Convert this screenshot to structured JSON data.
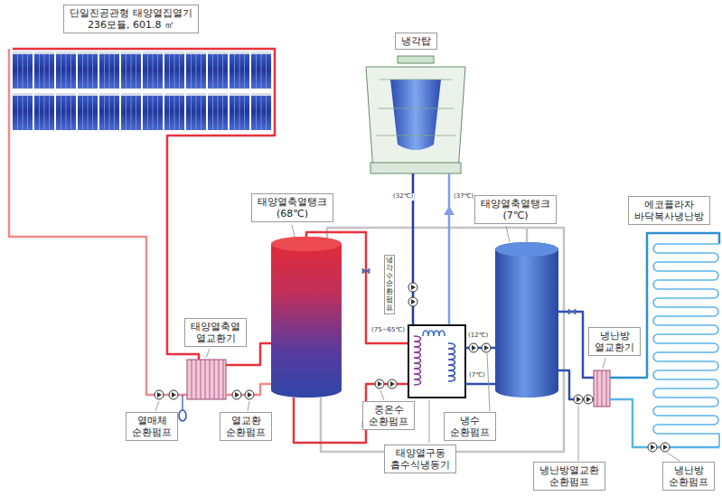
{
  "diagram": {
    "nodes": [
      {
        "text": [
          "단일진공관형 태양열집열기 236모듈, 601.8 ㎡"
        ]
      },
      {
        "text": [
          "냉각탑"
        ]
      },
      {
        "text": [
          "태양열축열탱크 (68℃)"
        ]
      },
      {
        "text": [
          "태양열축열탱크 (7℃)"
        ]
      },
      {
        "text": [
          "에코플라자 바닥복사냉난방"
        ]
      },
      {
        "text": [
          "태양열축열 열교환기"
        ]
      },
      {
        "text": [
          "냉난방 열교환기"
        ]
      },
      {
        "text": [
          "열매체 순환펌프"
        ]
      },
      {
        "text": [
          "열교환 순환펌프"
        ]
      },
      {
        "text": [
          "중온수 순환펌프"
        ]
      },
      {
        "text": [
          "냉수 순환펌프"
        ]
      },
      {
        "text": [
          "태양열구동 흡수식냉동기"
        ]
      },
      {
        "text": [
          "냉난방열교환 순환펌프"
        ]
      },
      {
        "text": [
          "냉난방 순환펌프"
        ]
      }
    ],
    "labels": [
      "냉각수 순환펌프",
      "(32℃)",
      "(37℃)",
      "(75~65℃)",
      "(12℃)",
      "(7℃)"
    ]
  }
}
